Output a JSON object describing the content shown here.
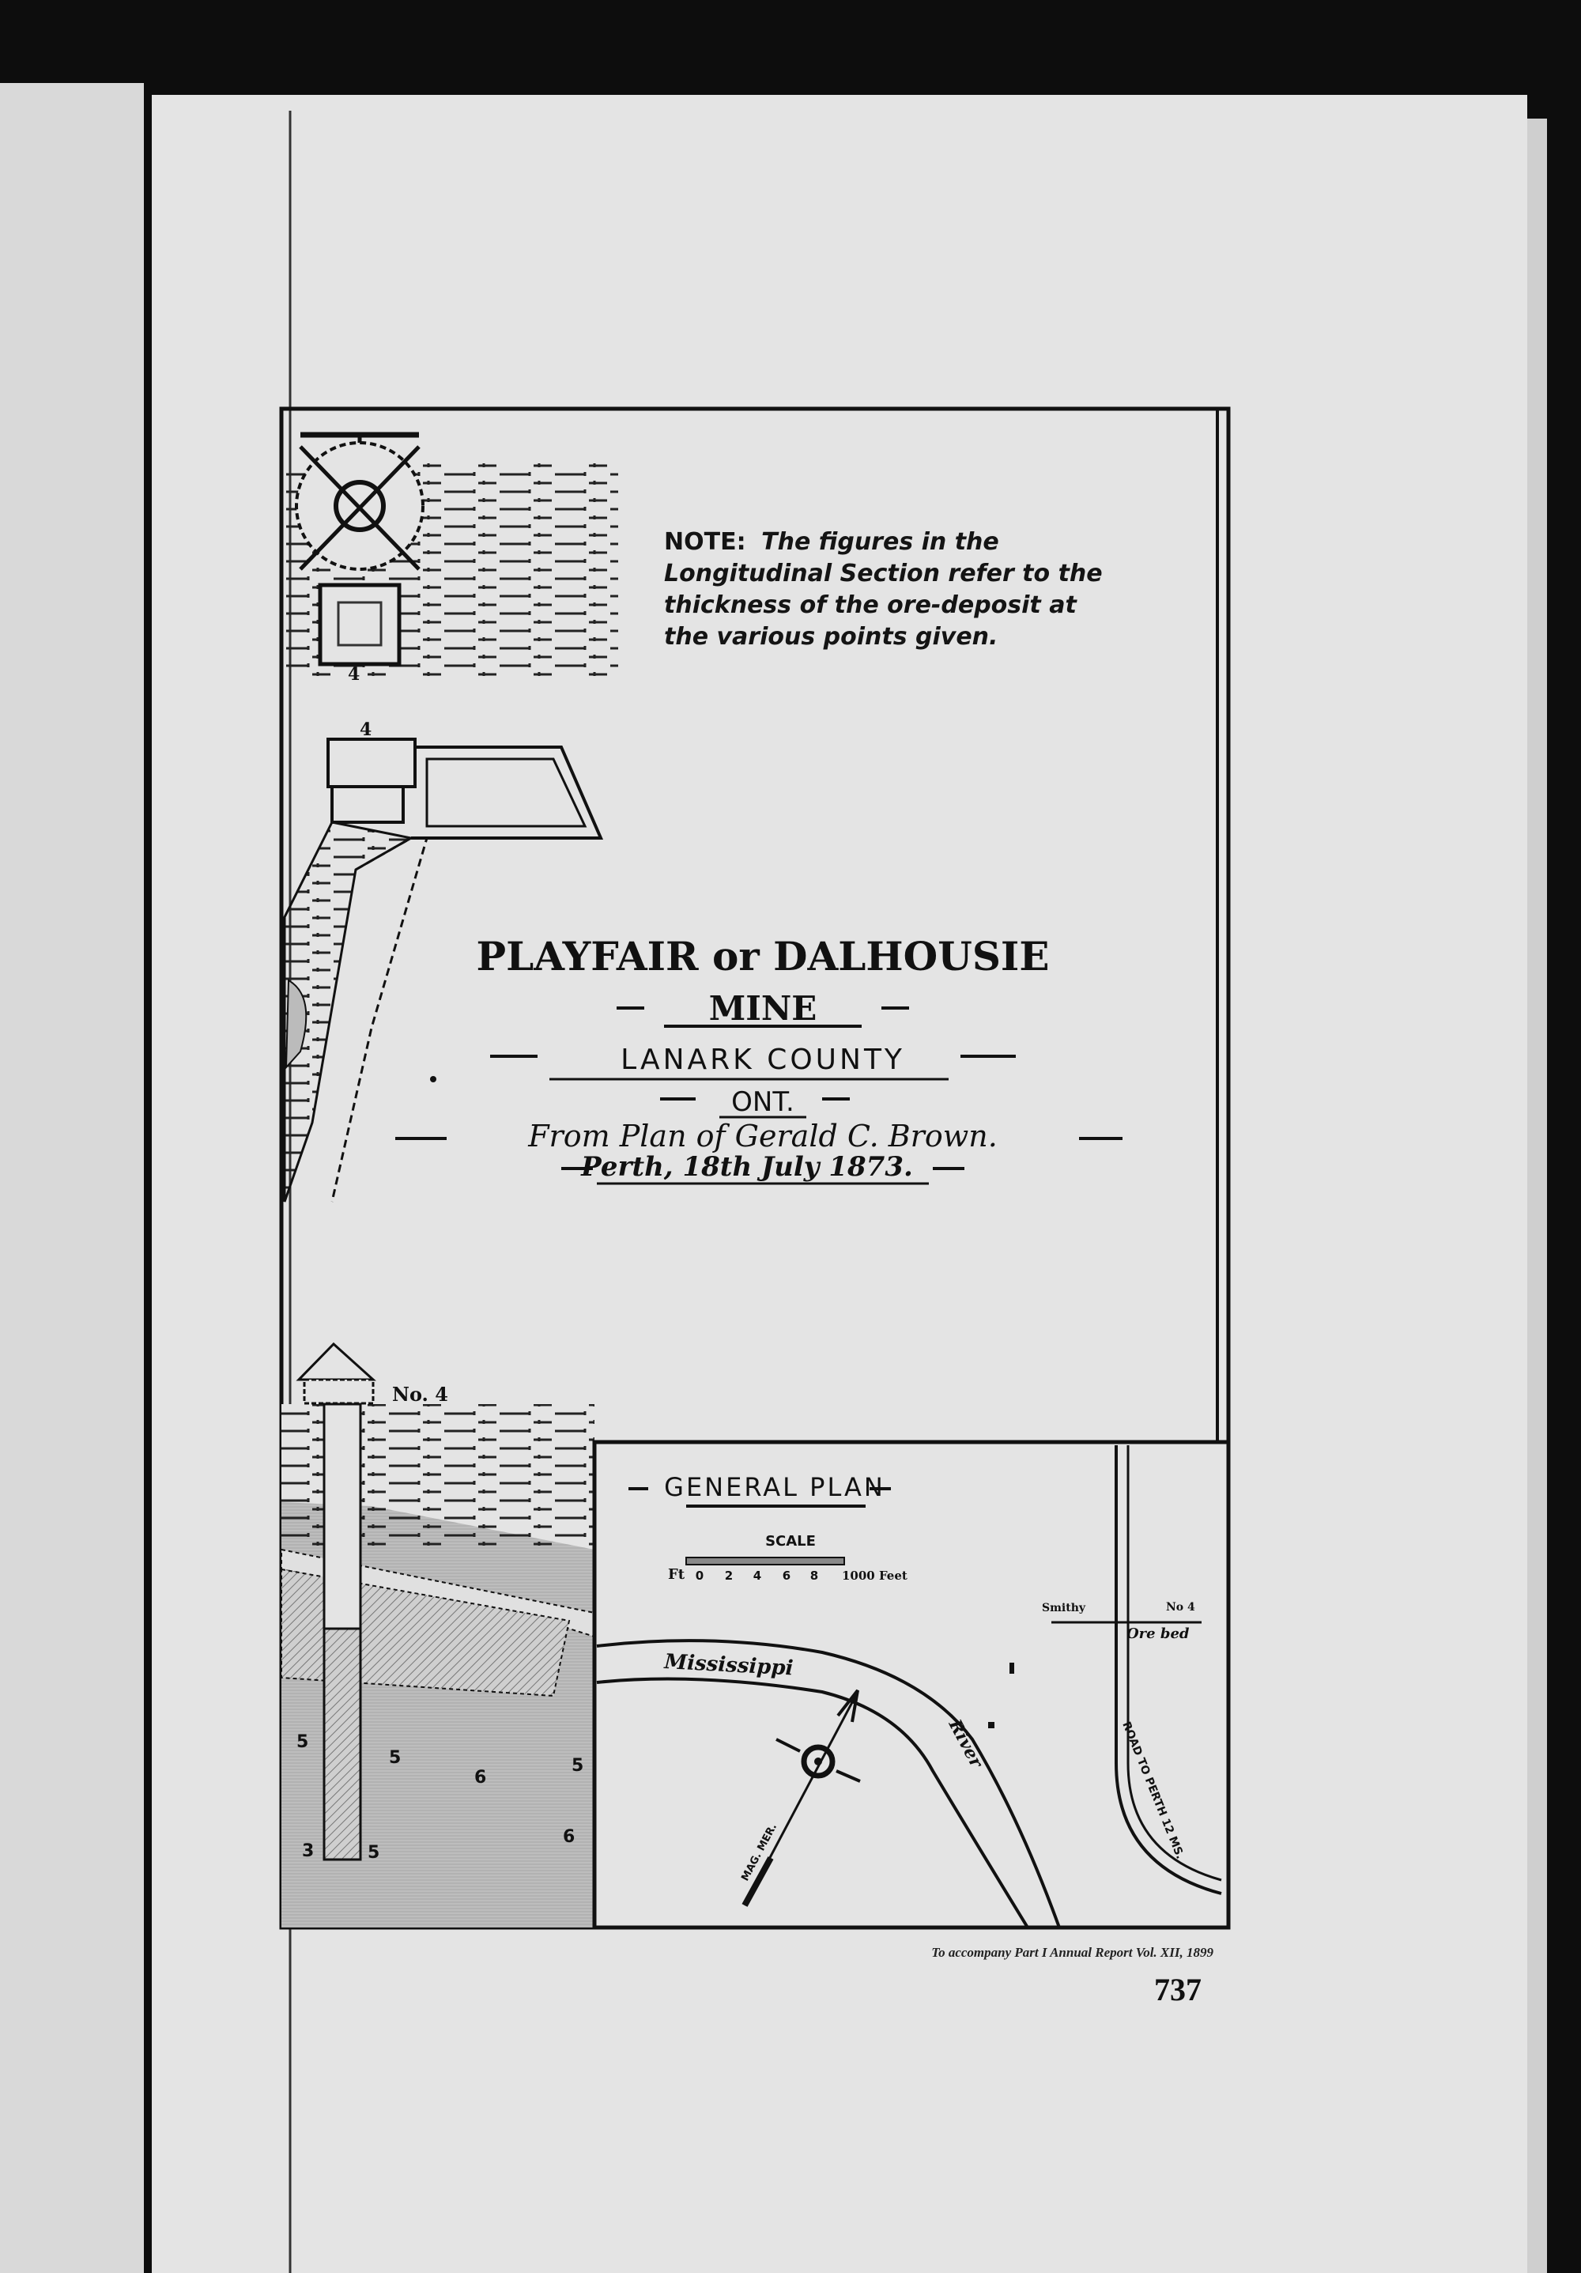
{
  "note": {
    "label": "NOTE:",
    "lines": [
      "The figures in the",
      "Longitudinal Section refer to the",
      "thickness of the ore-deposit at",
      "the various points given."
    ]
  },
  "title": {
    "line1": "PLAYFAIR or DALHOUSIE",
    "line2": "MINE",
    "line3": "LANARK COUNTY",
    "line4": "ONT.",
    "line5": "From Plan of Gerald C. Brown.",
    "line6": "Perth, 18th July 1873."
  },
  "top_plan": {
    "shaft_label": "4"
  },
  "middle_plan": {
    "shaft_label": "4"
  },
  "longitudinal_section": {
    "shaft_label": "No. 4",
    "thickness_figures": [
      "5",
      "5",
      "6",
      "5",
      "3",
      "5",
      "6"
    ]
  },
  "general_plan": {
    "title": "GENERAL PLAN",
    "scale_label": "SCALE",
    "scale_unit_left": "Ft",
    "scale_ticks": [
      "0",
      "2",
      "4",
      "6",
      "8"
    ],
    "scale_end": "1000 Feet",
    "river_label_1": "Mississippi",
    "river_label_2": "River",
    "smithy_label": "Smithy",
    "no4_label": "No 4",
    "ore_bed_label": "Ore bed",
    "road_label": "ROAD TO PERTH 12 MS.",
    "compass_label": "MAG. MER."
  },
  "footer": {
    "caption": "To accompany Part I Annual Report Vol. XII, 1899",
    "page_number": "737"
  },
  "colors": {
    "paper": "#e4e4e4",
    "ink": "#141414",
    "background": "#0d0d0d"
  }
}
